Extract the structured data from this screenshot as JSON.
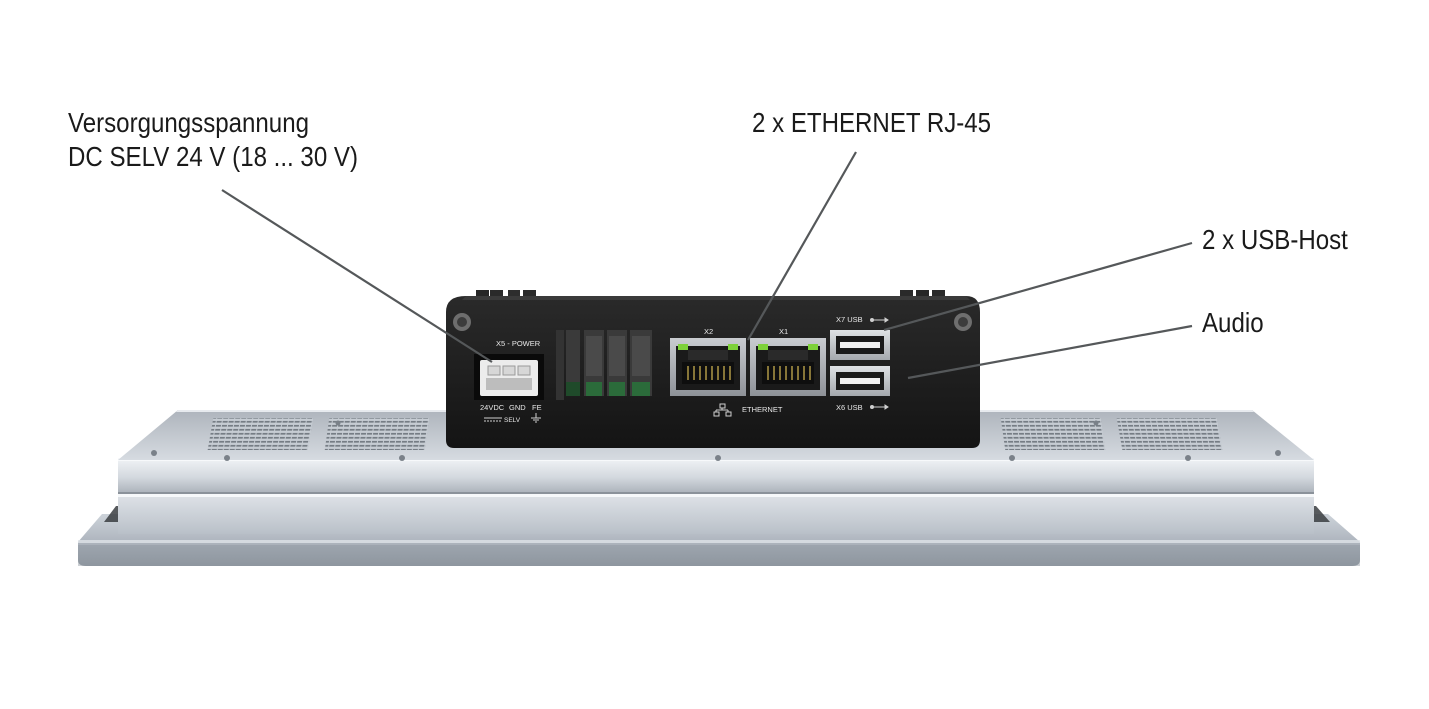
{
  "callouts": {
    "power_line1": "Versorgungsspannung",
    "power_line2": "DC SELV 24 V (18 ... 30 V)",
    "ethernet": "2 x ETHERNET RJ-45",
    "usb": "2 x USB-Host",
    "audio": "Audio"
  },
  "device_labels": {
    "power_port": "X5 - POWER",
    "pin_24vdc": "24VDC",
    "pin_gnd": "GND",
    "pin_fe": "FE",
    "selv": "SELV",
    "eth_x2": "X2",
    "eth_x1": "X1",
    "ethernet": "ETHERNET",
    "usb_x7": "X7 USB",
    "usb_x6": "X6 USB"
  },
  "colors": {
    "housing": "#1c1c1c",
    "panel": "#c3c9d1",
    "callout_line": "#55585a",
    "port_led": "#7ed13b"
  }
}
